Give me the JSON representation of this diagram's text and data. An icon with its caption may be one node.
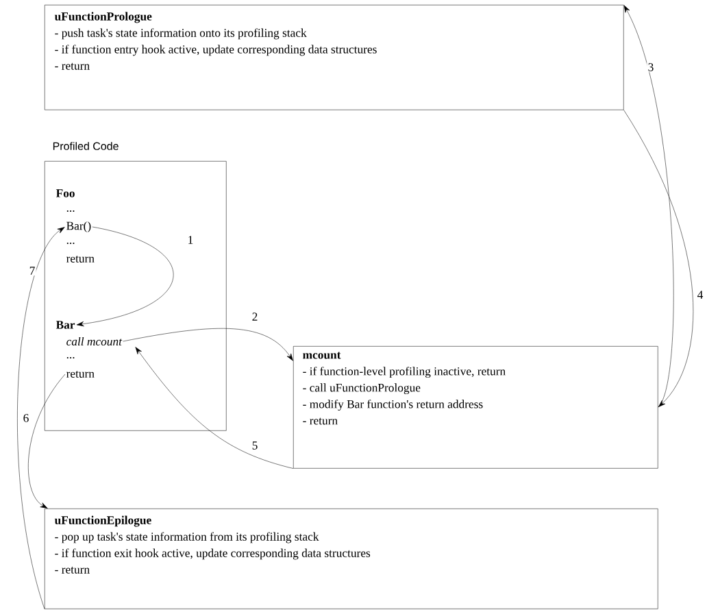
{
  "diagram": {
    "nodes": [
      {
        "text": [
          "uFunctionPrologue",
          "- push task's state information onto its profiling stack",
          "- if function entry hook active, update corresponding data structures",
          "- return"
        ]
      },
      {
        "text": [
          "Profiled Code"
        ]
      },
      {
        "text": [
          "Bar()"
        ],
        "in": 1
      },
      {
        "text": [
          "Bar"
        ],
        "in": 1
      },
      {
        "text": [
          "call mcount"
        ],
        "in": 1
      },
      {
        "text": [
          "return"
        ],
        "in": 1
      },
      {
        "text": [
          "mcount",
          "- if function-level profiling inactive, return",
          "- call uFunctionPrologue",
          "- modify Bar function's return address",
          "- return"
        ]
      },
      {
        "text": [
          "uFunctionEpilogue",
          "- pop up task's state information from its profiling stack",
          "- if function exit hook active, update corresponding data structures",
          "- return"
        ]
      }
    ],
    "edges": [
      {
        "from": 2,
        "to": 3,
        "arrow": "to",
        "label": "1"
      },
      {
        "from": 4,
        "to": 6,
        "arrow": "to",
        "label": "2"
      },
      {
        "from": 6,
        "to": 0,
        "arrow": "to",
        "label": "3"
      },
      {
        "from": 0,
        "to": 6,
        "arrow": "to",
        "label": "4"
      },
      {
        "from": 6,
        "to": 4,
        "arrow": "to",
        "label": "5"
      },
      {
        "from": 5,
        "to": 7,
        "arrow": "to",
        "label": "6"
      },
      {
        "from": 7,
        "to": 2,
        "arrow": "to",
        "label": "7"
      }
    ],
    "labels": [
      "Foo",
      "...",
      "...",
      "return",
      "..."
    ]
  }
}
